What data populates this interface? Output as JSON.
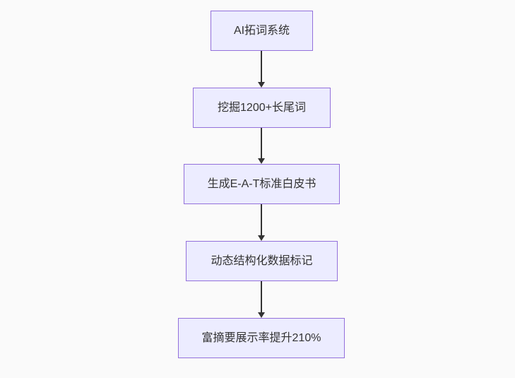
{
  "page": {
    "background": "#fafafa"
  },
  "diagram": {
    "type": "flowchart",
    "direction": "top-to-bottom",
    "colors": {
      "page_bg": "#fafafa",
      "node_fill": "#ececff",
      "node_border": "#9370db",
      "arrow": "#333333",
      "text": "#333333"
    },
    "nodes": [
      {
        "id": "step-1",
        "label": "AI拓词系统"
      },
      {
        "id": "step-2",
        "label": "挖掘1200+长尾词"
      },
      {
        "id": "step-3",
        "label": "生成E-A-T标准白皮书"
      },
      {
        "id": "step-4",
        "label": "动态结构化数据标记"
      },
      {
        "id": "step-5",
        "label": "富摘要展示率提升210%"
      }
    ],
    "edges": [
      {
        "from": "step-1",
        "to": "step-2"
      },
      {
        "from": "step-2",
        "to": "step-3"
      },
      {
        "from": "step-3",
        "to": "step-4"
      },
      {
        "from": "step-4",
        "to": "step-5"
      }
    ]
  }
}
